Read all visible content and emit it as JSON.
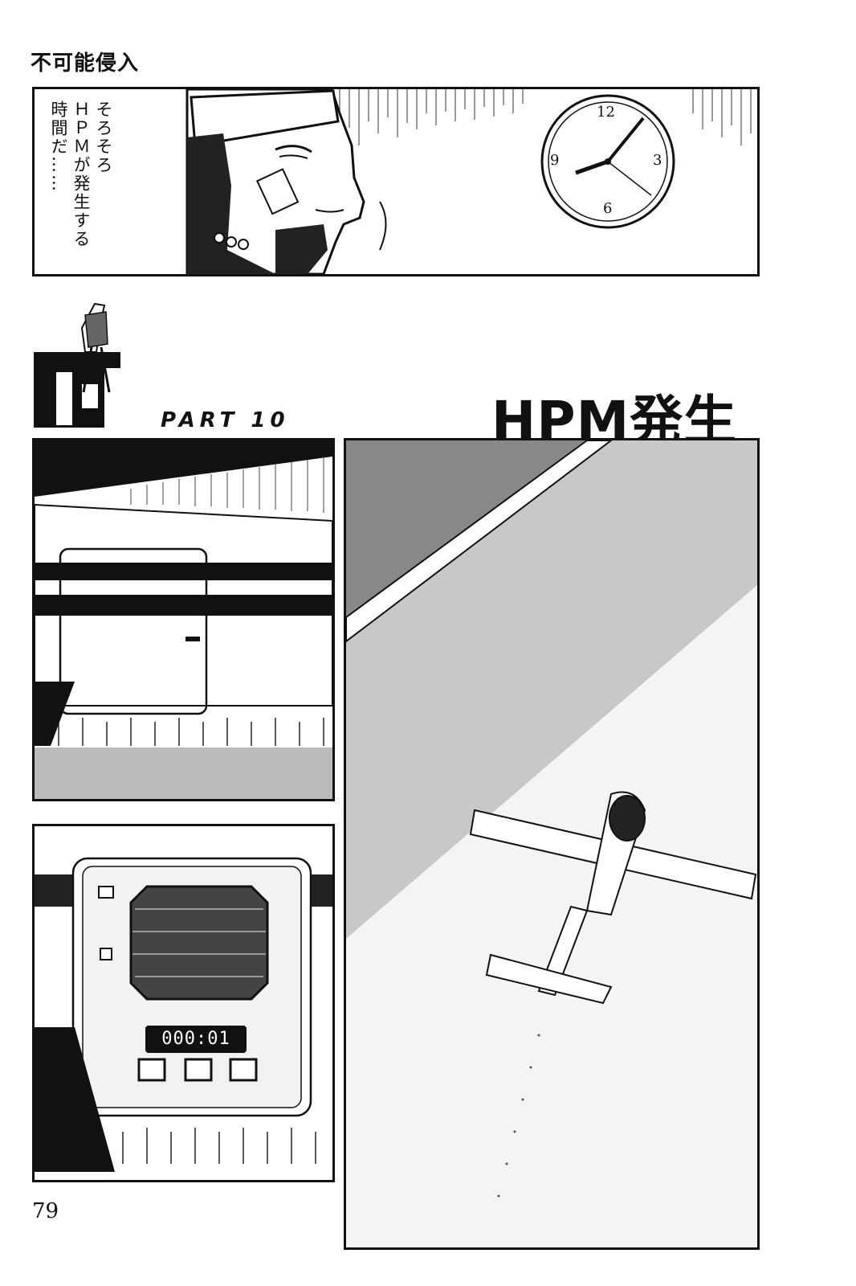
{
  "header": {
    "running_title": "不可能侵入"
  },
  "panel1": {
    "speech": [
      "そろそろ",
      "ＨＰＭが発生する",
      "時間だ……"
    ],
    "clock": {
      "numerals": [
        "12",
        "3",
        "6",
        "9"
      ]
    }
  },
  "chapter": {
    "part_label": "PART 10",
    "title": "HPM発生"
  },
  "panel4": {
    "timer_display": "000:01"
  },
  "footer": {
    "page_number": "79"
  }
}
